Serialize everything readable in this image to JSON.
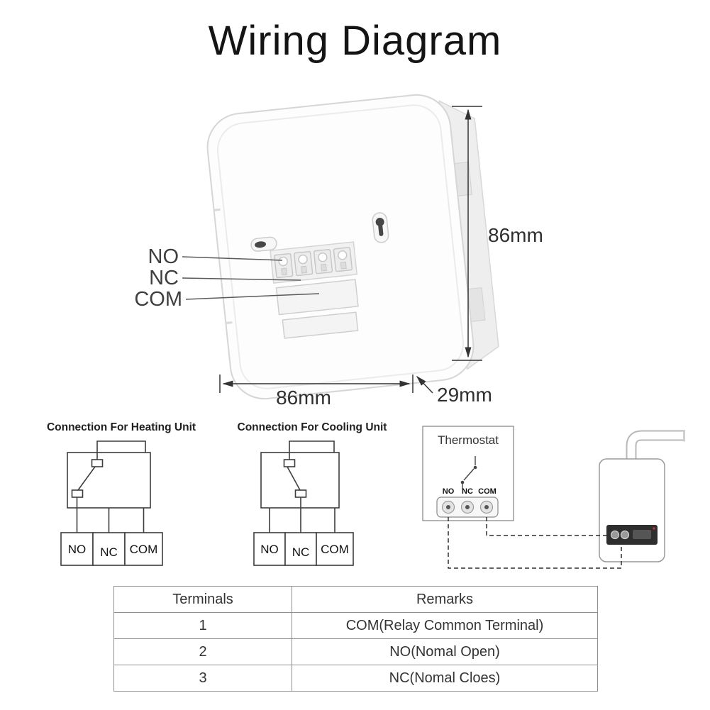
{
  "title": "Wiring Diagram",
  "device": {
    "terminal_labels": {
      "no": "NO",
      "nc": "NC",
      "com": "COM"
    },
    "dimensions": {
      "height": "86mm",
      "width": "86mm",
      "depth": "29mm"
    }
  },
  "schematics": {
    "heating": {
      "title": "Connection For Heating Unit",
      "terminals": [
        "NO",
        "NC",
        "COM"
      ]
    },
    "cooling": {
      "title": "Connection For Cooling Unit",
      "terminals": [
        "NO",
        "NC",
        "COM"
      ]
    },
    "thermostat": {
      "title": "Thermostat",
      "terminals": [
        "NO",
        "NC",
        "COM"
      ]
    }
  },
  "table": {
    "headers": [
      "Terminals",
      "Remarks"
    ],
    "rows": [
      [
        "1",
        "COM(Relay Common Terminal)"
      ],
      [
        "2",
        "NO(Nomal Open)"
      ],
      [
        "3",
        "NC(Nomal Cloes)"
      ]
    ]
  },
  "colors": {
    "line": "#3d3d3d",
    "dim": "#333333",
    "panel": "#2e2e2e"
  }
}
